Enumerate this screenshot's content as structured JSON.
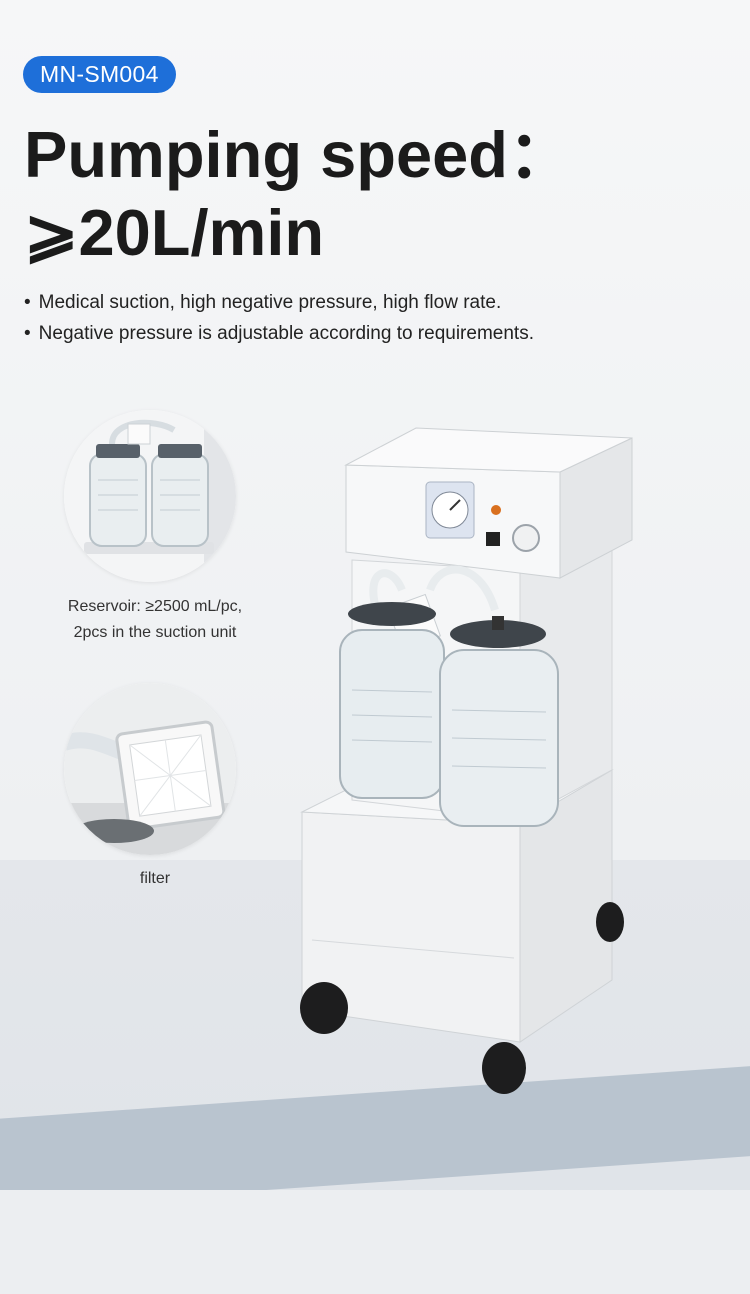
{
  "model_badge": "MN-SM004",
  "headline": {
    "line1": "Pumping speed：",
    "line2": "⩾20L/min"
  },
  "bullets": [
    "Medical suction, high negative pressure, high flow rate.",
    "Negative pressure is adjustable according to requirements."
  ],
  "features": [
    {
      "caption_line1": "Reservoir: ≥2500 mL/pc,",
      "caption_line2": "2pcs in the suction unit"
    },
    {
      "caption_line1": "filter"
    }
  ],
  "colors": {
    "badge": "#1e6fd9",
    "stripe": "#b9c4cf"
  }
}
